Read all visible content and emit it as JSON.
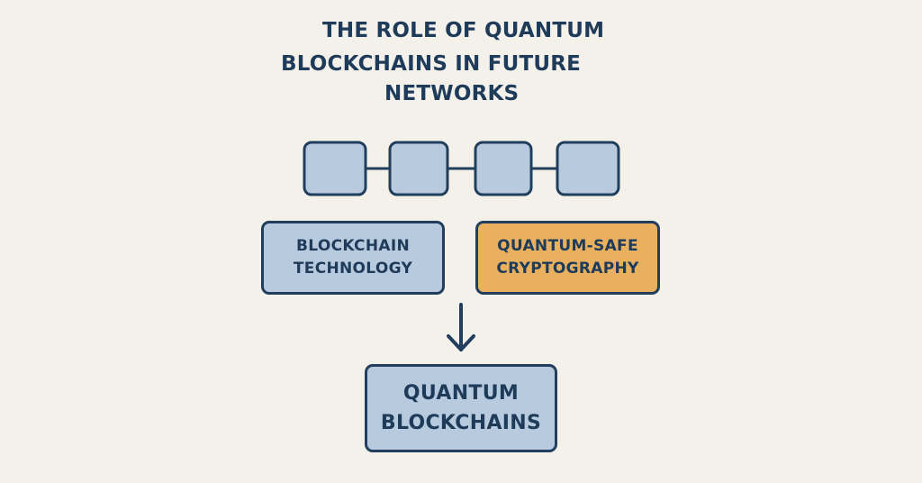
{
  "title": {
    "line1": "THE ROLE OF QUANTUM",
    "line2": "BLOCKCHAINS IN FUTURE",
    "line3": "NETWORKS"
  },
  "chain": {
    "block_count": 4
  },
  "boxes": {
    "blockchain_technology": {
      "line1": "BLOCKCHAIN",
      "line2": "TECHNOLOGY"
    },
    "quantum_safe": {
      "line1": "QUANTUM-SAFE",
      "line2": "CRYPTOGRAPHY"
    },
    "quantum_blockchains": {
      "line1": "QUANTUM",
      "line2": "BLOCKCHAINS"
    }
  },
  "colors": {
    "background": "#f4f1eb",
    "text": "#1f3b5a",
    "blue_fill": "#b8cbde",
    "orange_fill": "#e9b15f",
    "outline": "#213e5d"
  }
}
